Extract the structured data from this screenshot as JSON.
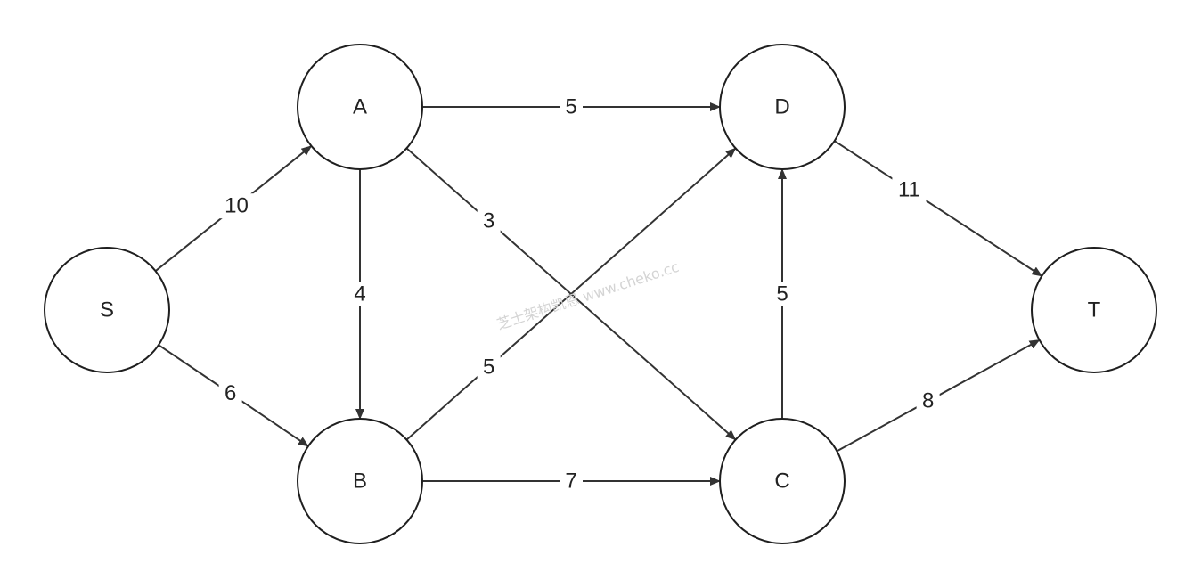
{
  "colors": {
    "stroke": "#333333",
    "node_fill": "#ffffff",
    "text": "#222222",
    "watermark": "#d4d4d4"
  },
  "watermark": "芝士架构凯恩 www.cheko.cc",
  "nodes": [
    {
      "id": "S",
      "label": "S"
    },
    {
      "id": "A",
      "label": "A"
    },
    {
      "id": "B",
      "label": "B"
    },
    {
      "id": "C",
      "label": "C"
    },
    {
      "id": "D",
      "label": "D"
    },
    {
      "id": "T",
      "label": "T"
    }
  ],
  "edges": [
    {
      "from": "S",
      "to": "A",
      "label": "10"
    },
    {
      "from": "S",
      "to": "B",
      "label": "6"
    },
    {
      "from": "A",
      "to": "D",
      "label": "5"
    },
    {
      "from": "A",
      "to": "B",
      "label": "4"
    },
    {
      "from": "A",
      "to": "C",
      "label": "3"
    },
    {
      "from": "B",
      "to": "D",
      "label": "5"
    },
    {
      "from": "B",
      "to": "C",
      "label": "7"
    },
    {
      "from": "C",
      "to": "D",
      "label": "5"
    },
    {
      "from": "D",
      "to": "T",
      "label": "11"
    },
    {
      "from": "C",
      "to": "T",
      "label": "8"
    }
  ]
}
